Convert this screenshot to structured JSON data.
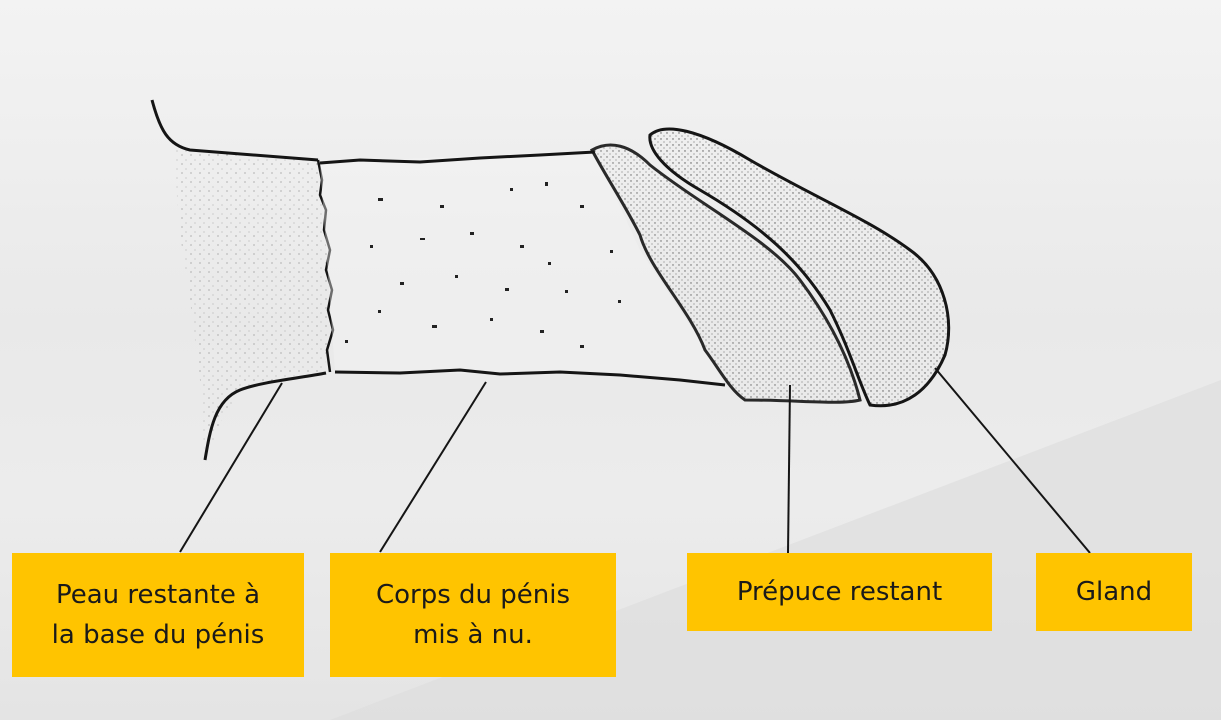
{
  "labels": {
    "remaining_skin": "Peau restante à\nla base du pénis",
    "shaft": "Corps du pénis\nmis à nu.",
    "remaining_foreskin": "Prépuce restant",
    "glans": "Gland"
  },
  "colors": {
    "label_background": "#ffc400",
    "line": "#151515",
    "background": "#eeeeee"
  }
}
